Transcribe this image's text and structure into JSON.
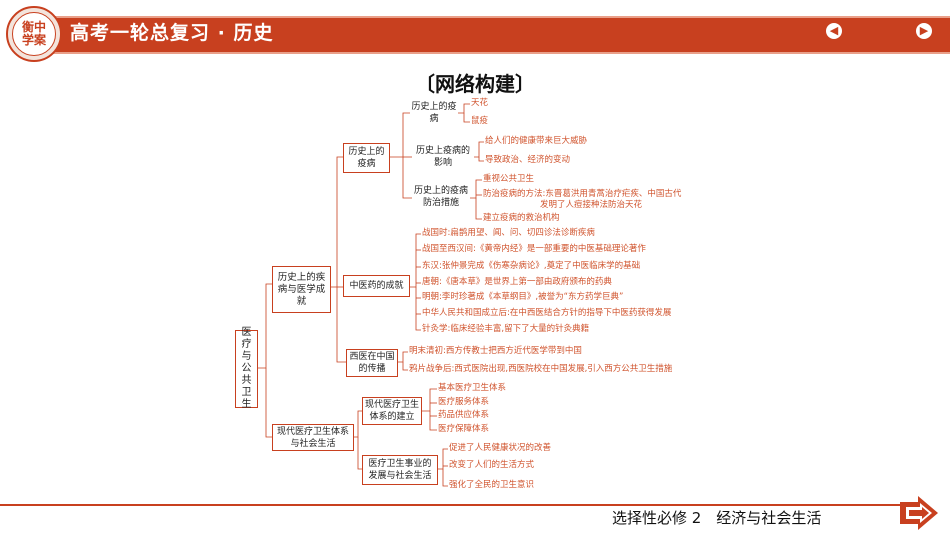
{
  "header": {
    "logo_text": "衡中学案",
    "title": "高考一轮总复习 · 历史",
    "prev_icon": "chevron-left-icon",
    "next_icon": "chevron-right-icon",
    "accent_color": "#c8401f"
  },
  "page_heading": "〔网络构建〕",
  "root": "医疗与公共卫生",
  "branch1": {
    "label": "历史上的疾病与医学成就",
    "disease": {
      "label": "历史上的疫病",
      "sub1": {
        "label": "历史上的疫病",
        "items": [
          "天花",
          "鼠疫"
        ]
      },
      "sub2": {
        "label": "历史上疫病的影响",
        "items": [
          "给人们的健康带来巨大威胁",
          "导致政治、经济的变动"
        ]
      },
      "sub3": {
        "label": "历史上的疫病防治措施",
        "items": [
          "重视公共卫生",
          "防治疫病的方法:东晋葛洪用青蒿治疗疟疾、中国古代",
          "发明了人痘接种法防治天花",
          "建立疫病的救治机构"
        ]
      }
    },
    "tcm": {
      "label": "中医药的成就",
      "items": [
        "战国时:扁鹊用望、闻、问、切四诊法诊断疾病",
        "战国至西汉间:《黄帝内经》是一部重要的中医基础理论著作",
        "东汉:张仲景完成《伤寒杂病论》,奠定了中医临床学的基础",
        "唐朝:《唐本草》是世界上第一部由政府颁布的药典",
        "明朝:李时珍著成《本草纲目》,被誉为“东方药学巨典”",
        "中华人民共和国成立后:在中西医结合方针的指导下中医药获得发展",
        "针灸学:临床经验丰富,留下了大量的针灸典籍"
      ]
    },
    "western": {
      "label": "西医在中国的传播",
      "items": [
        "明末清初:西方传教士把西方近代医学带到中国",
        "鸦片战争后:西式医院出现,西医院校在中国发展,引入西方公共卫生措施"
      ]
    }
  },
  "branch2": {
    "label": "现代医疗卫生体系与社会生活",
    "system": {
      "label": "现代医疗卫生体系的建立",
      "items": [
        "基本医疗卫生体系",
        "医疗服务体系",
        "药品供应体系",
        "医疗保障体系"
      ]
    },
    "impact": {
      "label": "医疗卫生事业的发展与社会生活",
      "items": [
        "促进了人民健康状况的改善",
        "改变了人们的生活方式",
        "强化了全民的卫生意识"
      ]
    }
  },
  "footer": {
    "text": "选择性必修 2　经济与社会生活",
    "icon": "arrow-right-icon"
  }
}
